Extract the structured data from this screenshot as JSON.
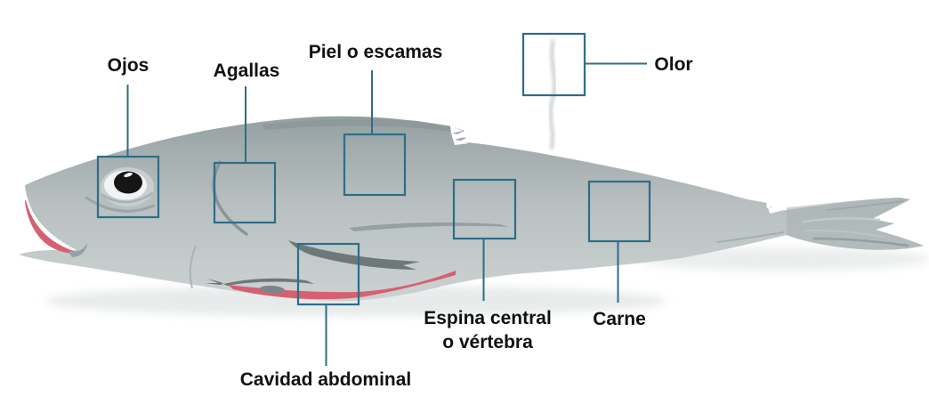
{
  "diagram": {
    "kind": "fish-anatomy-labeled-diagram",
    "language": "es"
  },
  "labels": {
    "ojos": "Ojos",
    "agallas": "Agallas",
    "piel": "Piel o escamas",
    "olor": "Olor",
    "espina_line1": "Espina central",
    "espina_line2": "o vértebra",
    "carne": "Carne",
    "cavidad": "Cavidad abdominal"
  },
  "colors": {
    "background": "#ffffff",
    "callout_stroke": "#2e6d87",
    "label_text": "#111111",
    "fish_back": "#939fa1",
    "fish_body": "#b6bebf",
    "fish_belly": "#ccd2d2",
    "belly_stripe": "#d56072",
    "mouth_pink": "#d56072",
    "fin_shadow": "#6e787a",
    "eye_pupil": "#161616"
  }
}
